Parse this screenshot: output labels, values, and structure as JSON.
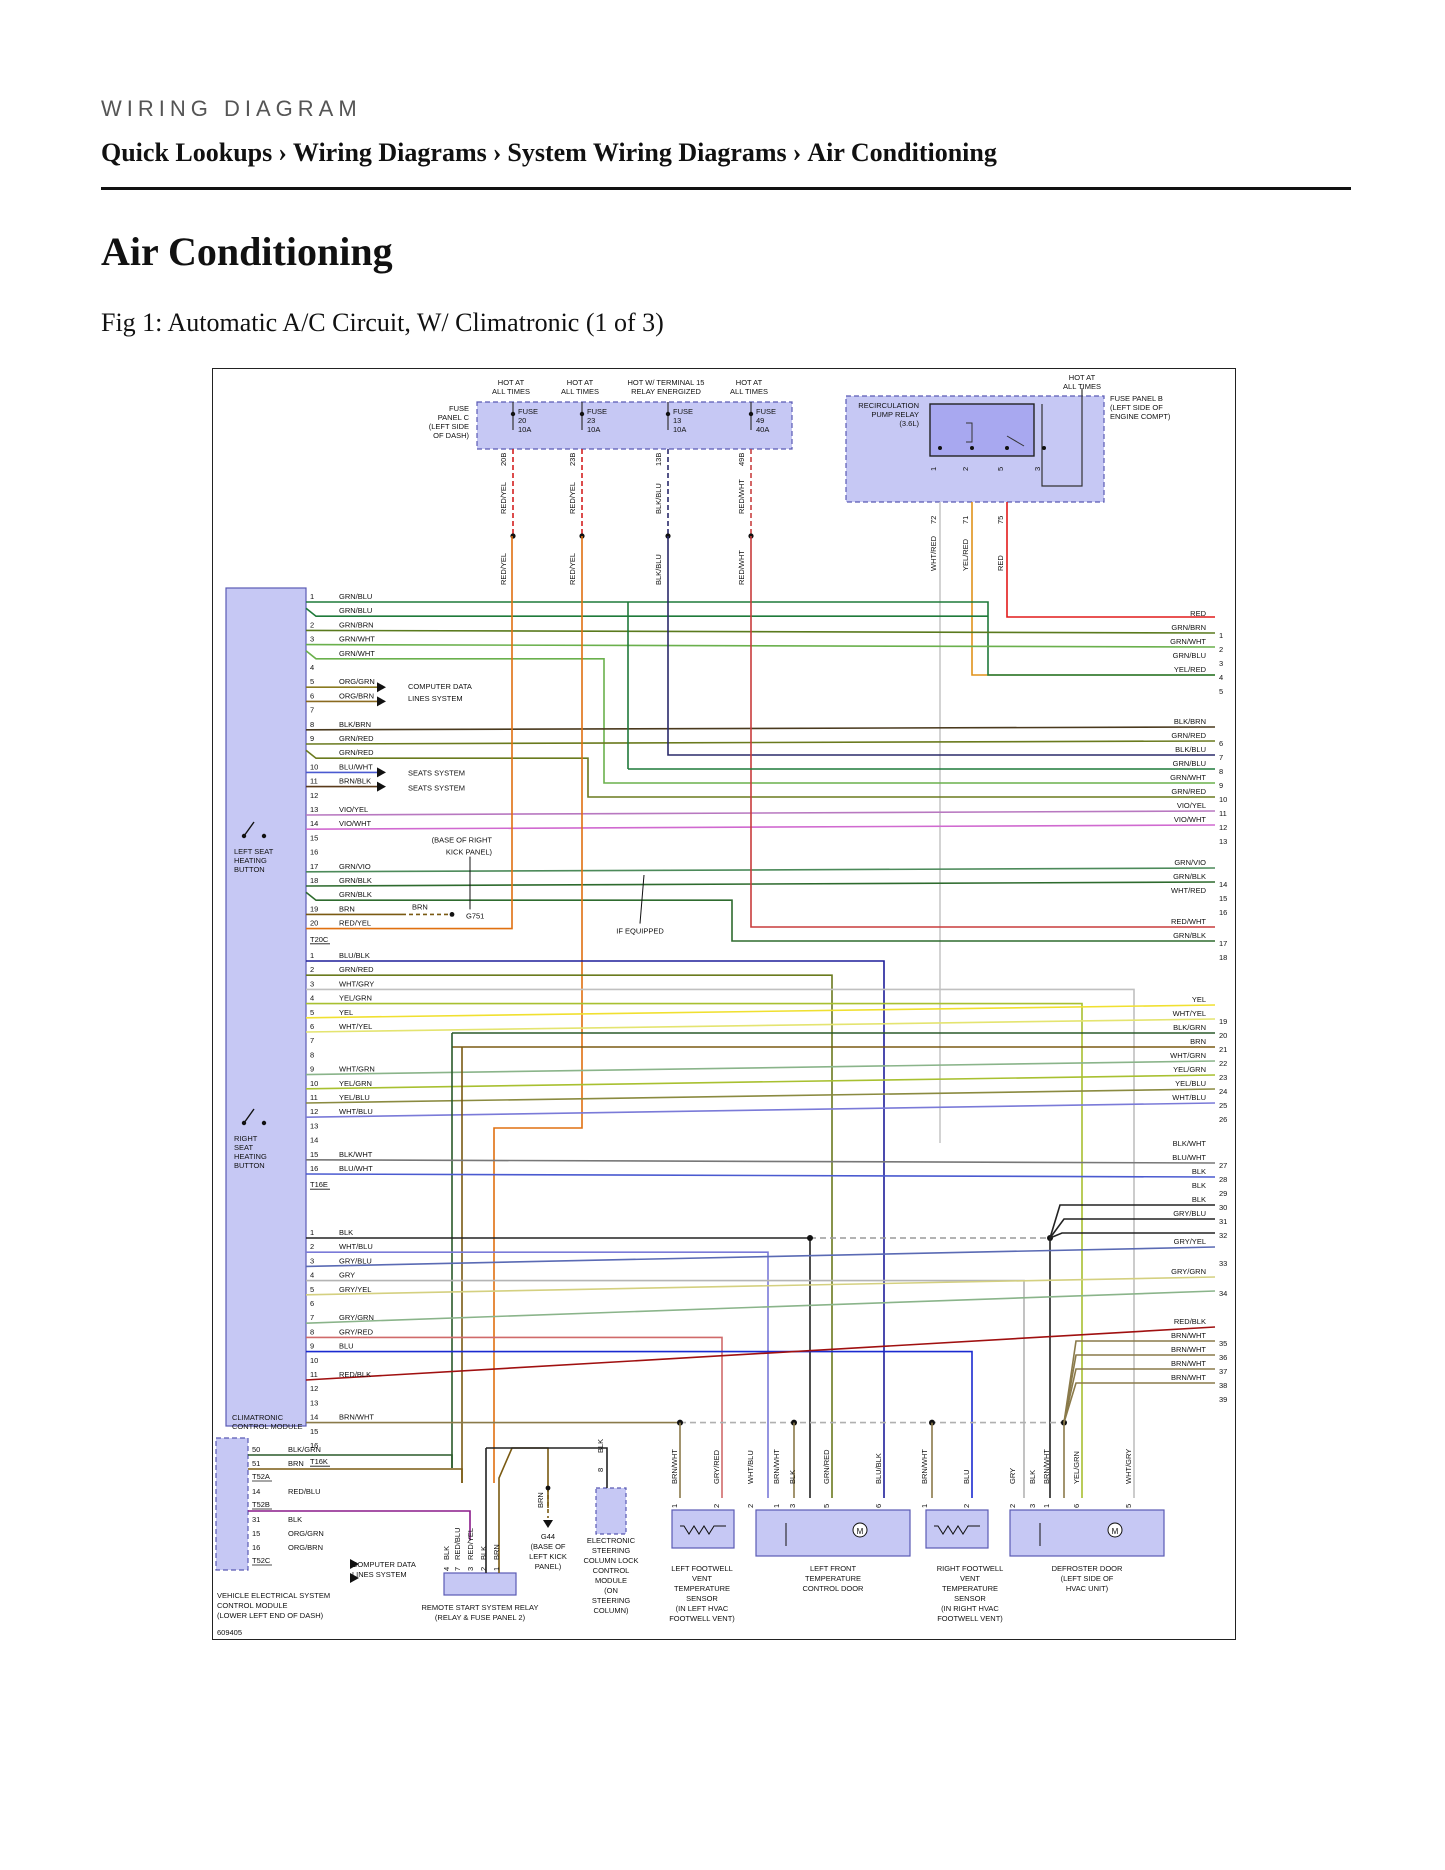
{
  "header": {
    "section_label": "WIRING DIAGRAM",
    "breadcrumb": [
      "Quick Lookups",
      "Wiring Diagrams",
      "System Wiring Diagrams",
      "Air Conditioning"
    ],
    "separator": "›"
  },
  "page_title": "Air Conditioning",
  "figure": {
    "caption": "Fig 1: Automatic A/C Circuit, W/ Climatronic (1 of 3)",
    "diagram_id": "609405",
    "feeds": [
      "HOT AT ALL TIMES",
      "HOT AT ALL TIMES",
      "HOT W/ TERMINAL 15 RELAY ENERGIZED",
      "HOT AT ALL TIMES"
    ],
    "relay_feed": "HOT AT ALL TIMES",
    "fuse_panel_c": "FUSE PANEL C (LEFT SIDE OF DASH)",
    "fuse_panel_b": "FUSE PANEL B (LEFT SIDE OF ENGINE COMPT)",
    "fuses": [
      {
        "name": "FUSE",
        "number": "20",
        "rating": "10A",
        "terminal": "20B",
        "wire": "RED/YEL",
        "color": "#d42020"
      },
      {
        "name": "FUSE",
        "number": "23",
        "rating": "10A",
        "terminal": "23B",
        "wire": "RED/YEL",
        "color": "#d42020"
      },
      {
        "name": "FUSE",
        "number": "13",
        "rating": "10A",
        "terminal": "13B",
        "wire": "BLK/BLU",
        "color": "#2a2a6a"
      },
      {
        "name": "FUSE",
        "number": "49",
        "rating": "40A",
        "terminal": "49B",
        "wire": "RED/WHT",
        "color": "#c84040"
      }
    ],
    "relay": {
      "label": "RECIRCULATION PUMP RELAY (3.6L)",
      "pins": [
        "1",
        "2",
        "5",
        "3"
      ],
      "terminals": [
        "72",
        "71",
        "75"
      ],
      "wires": [
        "WHT/RED",
        "YEL/RED",
        "RED"
      ]
    },
    "left_seat_heating_button": "LEFT SEAT HEATING BUTTON",
    "right_seat_heating_button": "RIGHT SEAT HEATING BUTTON",
    "climatronic_module": "CLIMATRONIC CONTROL MODULE",
    "vehicle_module": "VEHICLE ELECTRICAL SYSTEM CONTROL MODULE (LOWER LEFT END OF DASH)",
    "connector_t20c": {
      "name": "T20C",
      "pins": [
        {
          "pin": "1",
          "wire": "GRN/BLU"
        },
        {
          "pin": "",
          "wire": "GRN/BLU"
        },
        {
          "pin": "2",
          "wire": "GRN/BRN"
        },
        {
          "pin": "3",
          "wire": "GRN/WHT"
        },
        {
          "pin": "",
          "wire": "GRN/WHT"
        },
        {
          "pin": "4",
          "wire": ""
        },
        {
          "pin": "5",
          "wire": "ORG/GRN"
        },
        {
          "pin": "6",
          "wire": "ORG/BRN"
        },
        {
          "pin": "7",
          "wire": ""
        },
        {
          "pin": "8",
          "wire": "BLK/BRN"
        },
        {
          "pin": "9",
          "wire": "GRN/RED"
        },
        {
          "pin": "",
          "wire": "GRN/RED"
        },
        {
          "pin": "10",
          "wire": "BLU/WHT"
        },
        {
          "pin": "11",
          "wire": "BRN/BLK"
        },
        {
          "pin": "12",
          "wire": ""
        },
        {
          "pin": "13",
          "wire": "VIO/YEL"
        },
        {
          "pin": "14",
          "wire": "VIO/WHT"
        },
        {
          "pin": "15",
          "wire": ""
        },
        {
          "pin": "16",
          "wire": ""
        },
        {
          "pin": "17",
          "wire": "GRN/VIO"
        },
        {
          "pin": "18",
          "wire": "GRN/BLK"
        },
        {
          "pin": "",
          "wire": "GRN/BLK"
        },
        {
          "pin": "19",
          "wire": "BRN"
        },
        {
          "pin": "20",
          "wire": "RED/YEL"
        }
      ]
    },
    "connector_t16e": {
      "name": "T16E",
      "pins": [
        {
          "pin": "1",
          "wire": "BLU/BLK"
        },
        {
          "pin": "2",
          "wire": "GRN/RED"
        },
        {
          "pin": "3",
          "wire": "WHT/GRY"
        },
        {
          "pin": "4",
          "wire": "YEL/GRN"
        },
        {
          "pin": "5",
          "wire": "YEL"
        },
        {
          "pin": "6",
          "wire": "WHT/YEL"
        },
        {
          "pin": "7",
          "wire": ""
        },
        {
          "pin": "8",
          "wire": ""
        },
        {
          "pin": "9",
          "wire": "WHT/GRN"
        },
        {
          "pin": "10",
          "wire": "YEL/GRN"
        },
        {
          "pin": "11",
          "wire": "YEL/BLU"
        },
        {
          "pin": "12",
          "wire": "WHT/BLU"
        },
        {
          "pin": "13",
          "wire": ""
        },
        {
          "pin": "14",
          "wire": ""
        },
        {
          "pin": "15",
          "wire": "BLK/WHT"
        },
        {
          "pin": "16",
          "wire": "BLU/WHT"
        }
      ]
    },
    "connector_t16k": {
      "name": "T16K",
      "pins": [
        {
          "pin": "1",
          "wire": "BLK"
        },
        {
          "pin": "2",
          "wire": "WHT/BLU"
        },
        {
          "pin": "3",
          "wire": "GRY/BLU"
        },
        {
          "pin": "4",
          "wire": "GRY"
        },
        {
          "pin": "5",
          "wire": "GRY/YEL"
        },
        {
          "pin": "6",
          "wire": ""
        },
        {
          "pin": "7",
          "wire": "GRY/GRN"
        },
        {
          "pin": "8",
          "wire": "GRY/RED"
        },
        {
          "pin": "9",
          "wire": "BLU"
        },
        {
          "pin": "10",
          "wire": ""
        },
        {
          "pin": "11",
          "wire": "RED/BLK"
        },
        {
          "pin": "12",
          "wire": ""
        },
        {
          "pin": "13",
          "wire": ""
        },
        {
          "pin": "14",
          "wire": "BRN/WHT"
        },
        {
          "pin": "15",
          "wire": ""
        },
        {
          "pin": "16",
          "wire": ""
        }
      ]
    },
    "t52_pins": [
      {
        "pin": "50",
        "wire": "BLK/GRN",
        "after": ""
      },
      {
        "pin": "51",
        "wire": "BRN",
        "after": "T52A"
      },
      {
        "pin": "14",
        "wire": "RED/BLU",
        "after": "T52B"
      },
      {
        "pin": "31",
        "wire": "BLK",
        "after": ""
      },
      {
        "pin": "15",
        "wire": "ORG/GRN",
        "after": ""
      },
      {
        "pin": "16",
        "wire": "ORG/BRN",
        "after": "T52C"
      }
    ],
    "right_wires": [
      {
        "n": "",
        "wire": "RED"
      },
      {
        "n": "1",
        "wire": "GRN/BRN"
      },
      {
        "n": "2",
        "wire": "GRN/WHT"
      },
      {
        "n": "3",
        "wire": "GRN/BLU"
      },
      {
        "n": "4",
        "wire": "YEL/RED"
      },
      {
        "n": "5",
        "wire": ""
      },
      {
        "n": "",
        "wire": "BLK/BRN"
      },
      {
        "n": "6",
        "wire": "GRN/RED"
      },
      {
        "n": "7",
        "wire": "BLK/BLU"
      },
      {
        "n": "8",
        "wire": "GRN/BLU"
      },
      {
        "n": "9",
        "wire": "GRN/WHT"
      },
      {
        "n": "10",
        "wire": "GRN/RED"
      },
      {
        "n": "11",
        "wire": "VIO/YEL"
      },
      {
        "n": "12",
        "wire": "VIO/WHT"
      },
      {
        "n": "13",
        "wire": ""
      },
      {
        "n": "",
        "wire": "GRN/VIO"
      },
      {
        "n": "14",
        "wire": "GRN/BLK"
      },
      {
        "n": "15",
        "wire": "WHT/RED"
      },
      {
        "n": "16",
        "wire": ""
      },
      {
        "n": "",
        "wire": "RED/WHT"
      },
      {
        "n": "17",
        "wire": "GRN/BLK"
      },
      {
        "n": "18",
        "wire": ""
      },
      {
        "n": "",
        "wire": "YEL"
      },
      {
        "n": "19",
        "wire": "WHT/YEL"
      },
      {
        "n": "20",
        "wire": "BLK/GRN"
      },
      {
        "n": "21",
        "wire": "BRN"
      },
      {
        "n": "22",
        "wire": "WHT/GRN"
      },
      {
        "n": "23",
        "wire": "YEL/GRN"
      },
      {
        "n": "24",
        "wire": "YEL/BLU"
      },
      {
        "n": "25",
        "wire": "WHT/BLU"
      },
      {
        "n": "26",
        "wire": ""
      },
      {
        "n": "",
        "wire": "BLK/WHT"
      },
      {
        "n": "27",
        "wire": "BLU/WHT"
      },
      {
        "n": "28",
        "wire": "BLK"
      },
      {
        "n": "29",
        "wire": "BLK"
      },
      {
        "n": "30",
        "wire": "BLK"
      },
      {
        "n": "31",
        "wire": "GRY/BLU"
      },
      {
        "n": "32",
        "wire": ""
      },
      {
        "n": "",
        "wire": "GRY/YEL"
      },
      {
        "n": "33",
        "wire": ""
      },
      {
        "n": "",
        "wire": "GRY/GRN"
      },
      {
        "n": "34",
        "wire": ""
      },
      {
        "n": "",
        "wire": "RED/BLK"
      },
      {
        "n": "35",
        "wire": "BRN/WHT"
      },
      {
        "n": "36",
        "wire": "BRN/WHT"
      },
      {
        "n": "37",
        "wire": "BRN/WHT"
      },
      {
        "n": "38",
        "wire": "BRN/WHT"
      },
      {
        "n": "39",
        "wire": ""
      }
    ],
    "annotations": {
      "computer_data_1": "COMPUTER DATA LINES SYSTEM",
      "seats_1": "SEATS SYSTEM",
      "seats_2": "SEATS SYSTEM",
      "kick_panel": "(BASE OF RIGHT KICK PANEL)",
      "ground_wire": "BRN",
      "ground": "G751",
      "if_equipped": "IF EQUIPPED",
      "computer_data_2": "COMPUTER DATA LINES SYSTEM",
      "g44": "G44 (BASE OF LEFT KICK PANEL)",
      "g44_wire": "BRN",
      "steering_wire": "BLK",
      "steering_pin": "8"
    },
    "bottom_components": [
      "REMOTE START SYSTEM RELAY (RELAY & FUSE PANEL 2)",
      "ELECTRONIC STEERING COLUMN LOCK CONTROL MODULE (ON STEERING COLUMN)",
      "LEFT FOOTWELL VENT TEMPERATURE SENSOR (IN LEFT HVAC FOOTWELL VENT)",
      "LEFT FRONT TEMPERATURE CONTROL DOOR",
      "RIGHT FOOTWELL VENT TEMPERATURE SENSOR (IN RIGHT HVAC FOOTWELL VENT)",
      "DEFROSTER DOOR (LEFT SIDE OF HVAC UNIT)"
    ],
    "remote_relay_wires": [
      {
        "pin": "4",
        "wire": "BLK"
      },
      {
        "pin": "7",
        "wire": "RED/BLU"
      },
      {
        "pin": "3",
        "wire": "RED/YEL"
      },
      {
        "pin": "2",
        "wire": "BLK"
      },
      {
        "pin": "1",
        "wire": "BRN"
      }
    ],
    "component_wires": [
      {
        "pin": "1",
        "wire": "BRN/WHT"
      },
      {
        "pin": "2",
        "wire": "GRY/RED"
      },
      {
        "pin": "2",
        "wire": "WHT/BLU"
      },
      {
        "pin": "1",
        "wire": "BRN/WHT"
      },
      {
        "pin": "3",
        "wire": "BLK"
      },
      {
        "pin": "5",
        "wire": "GRN/RED"
      },
      {
        "pin": "6",
        "wire": "BLU/BLK"
      },
      {
        "pin": "1",
        "wire": "BRN/WHT"
      },
      {
        "pin": "2",
        "wire": "BLU"
      },
      {
        "pin": "2",
        "wire": "GRY"
      },
      {
        "pin": "3",
        "wire": "BLK"
      },
      {
        "pin": "1",
        "wire": "BRN/WHT"
      },
      {
        "pin": "6",
        "wire": "YEL/GRN"
      },
      {
        "pin": "5",
        "wire": "WHT/GRY"
      }
    ],
    "motor_symbol": "M"
  }
}
